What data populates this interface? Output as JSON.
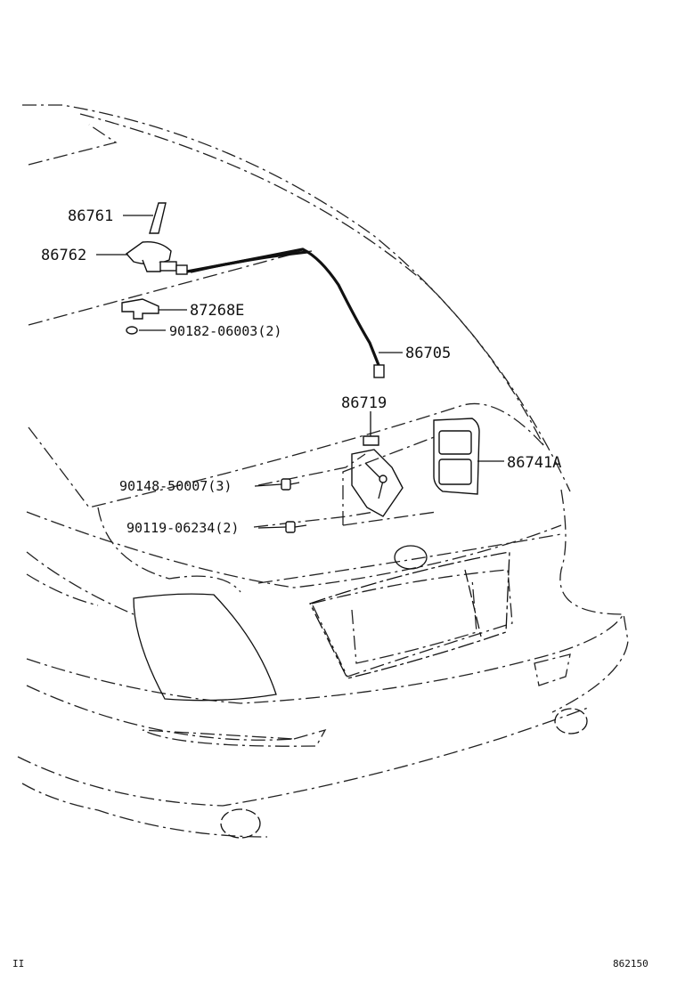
{
  "diagram": {
    "parts": [
      {
        "id": "86761",
        "label": "86761"
      },
      {
        "id": "86762",
        "label": "86762"
      },
      {
        "id": "87268E",
        "label": "87268E"
      },
      {
        "id": "90182",
        "label": "90182-06003(2)"
      },
      {
        "id": "86705",
        "label": "86705"
      },
      {
        "id": "86719",
        "label": "86719"
      },
      {
        "id": "86741A",
        "label": "86741A"
      },
      {
        "id": "90148",
        "label": "90148-50007(3)"
      },
      {
        "id": "90119",
        "label": "90119-06234(2)"
      }
    ],
    "corner_left": "II",
    "corner_right": "862150"
  }
}
